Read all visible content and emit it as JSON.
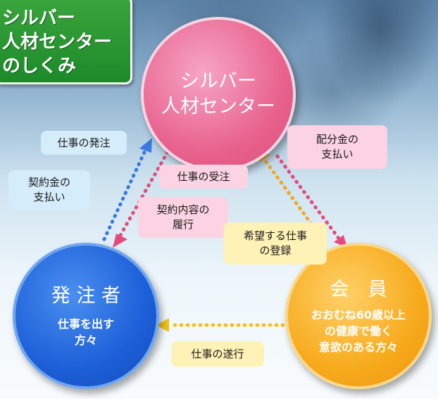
{
  "title": {
    "lines": [
      "シルバー",
      "人材センター",
      "のしくみ"
    ]
  },
  "nodes": {
    "silver_center": {
      "lines": [
        "シルバー",
        "人材センター"
      ]
    },
    "client": {
      "title": "発 注 者",
      "sub": [
        "仕事を出す",
        "方々"
      ]
    },
    "member": {
      "title": "会　員",
      "sub": [
        "おおむね60歳以上",
        "の健康で働く",
        "意欲のある方々"
      ]
    }
  },
  "labels": {
    "order": [
      "仕事の発注"
    ],
    "contract_payment": [
      "契約金の",
      "支払い"
    ],
    "accept": [
      "仕事の受注"
    ],
    "fulfill": [
      "契約内容の",
      "履行"
    ],
    "distribution": [
      "配分金の",
      "支払い"
    ],
    "register": [
      "希望する仕事",
      "の登録"
    ],
    "execute": [
      "仕事の遂行"
    ]
  },
  "colors": {
    "blue": "#3a78e0",
    "pink": "#e44b7c",
    "orange": "#f5a51f",
    "yellow": "#f2c21a"
  }
}
